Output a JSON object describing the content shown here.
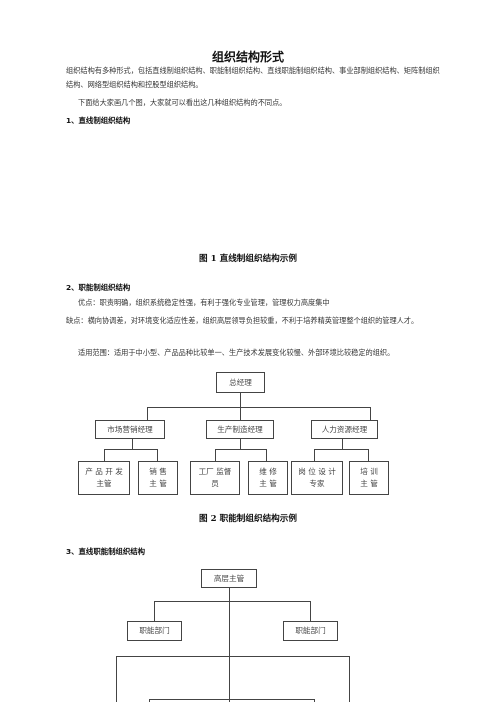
{
  "doc": {
    "title": "组织结构形式",
    "intro1": "组织结构有多种形式，包括直线制组织结构、职能制组织结构、直线职能制组织结构、事业部制组织结构、矩阵制组织结构、网络型组织结构和控股型组织结构。",
    "intro2": "下面给大家画几个图，大家就可以看出这几种组织结构的不同点。",
    "section1": "1、直线制组织结构",
    "caption1": "图 1  直线制组织结构示例",
    "section2": "2、职能制组织结构",
    "pros": "优点：职责明确，组织系统稳定性强，有利于强化专业管理，管理权力高度集中",
    "cons": "缺点：横向协调差，对环境变化适应性差，组织高层领导负担较重，不利于培养精英管理整个组织的管理人才。",
    "scope": "适用范围：适用于中小型、产品品种比较单一、生产技术发展变化较慢、外部环境比较稳定的组织。",
    "caption2": "图 2  职能制组织结构示例",
    "section3": "3、直线职能制组织结构"
  },
  "chart2": {
    "top": "总经理",
    "mid": [
      "市场营销经理",
      "生产制造经理",
      "人力资源经理"
    ],
    "leaves": [
      "产 品 开 发主管",
      "销  售 主 管",
      "工厂 监督员",
      "维  修 主 管",
      "岗 位 设 计专家",
      "培  训 主 管"
    ]
  },
  "chart3": {
    "top": "高层主管",
    "mid": [
      "职能部门",
      "职能部门"
    ]
  }
}
